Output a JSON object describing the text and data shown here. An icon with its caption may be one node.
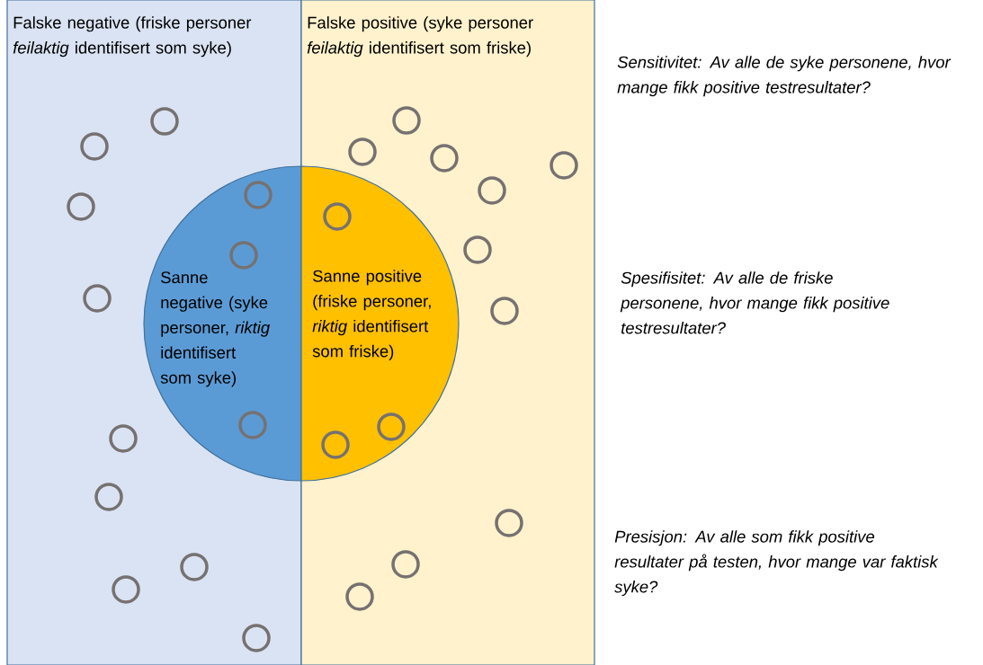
{
  "diagram": {
    "nodes": [
      {
        "text": [
          "Falske negative (friske personer *feilaktig* identifisert som syke)"
        ]
      },
      {
        "text": [
          "Falske positive (syke personer *feilaktig* identifisert som friske)"
        ]
      },
      {
        "text": [
          "Sanne negative (syke personer, *riktig* identifisert som syke)"
        ],
        "in": 0
      },
      {
        "text": [
          "Sanne positive (friske personer, *riktig* identifisert som friske)"
        ],
        "in": 1
      }
    ],
    "labels": [
      "Sensitivitet: Av alle de syke personene, hvor mange fikk positive testresultater?",
      "Spesifisitet: Av alle de friske personene, hvor mange fikk positive testresultater?",
      "Presisjon: Av alle som fikk positive resultater på testen, hvor mange var faktisk syke?"
    ]
  }
}
